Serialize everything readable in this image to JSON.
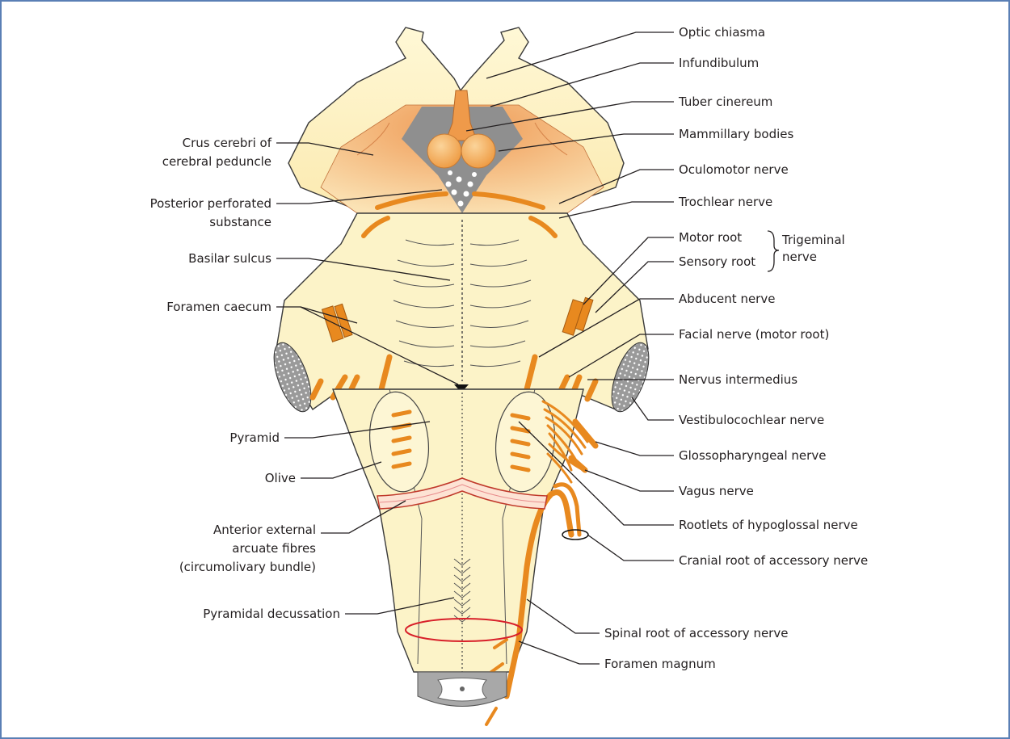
{
  "colors": {
    "frame": "#5a7fb5",
    "tissue": "#fcf3c8",
    "tissue_dark": "#f6dfa0",
    "peduncle": "#f2b57a",
    "nerve": "#e8891f",
    "gray": "#8c8c8c",
    "foramen_ring": "#d8202a"
  },
  "labels": {
    "optic_chiasma": "Optic chiasma",
    "infundibulum": "Infundibulum",
    "tuber_cinereum": "Tuber cinereum",
    "mammillary_bodies": "Mammillary bodies",
    "oculomotor_nerve": "Oculomotor nerve",
    "trochlear_nerve": "Trochlear nerve",
    "motor_root": "Motor root",
    "sensory_root": "Sensory root",
    "trigeminal_1": "Trigeminal",
    "trigeminal_2": "nerve",
    "abducent_nerve": "Abducent nerve",
    "facial_nerve": "Facial nerve (motor root)",
    "nervus_intermedius": "Nervus intermedius",
    "vestibulocochlear_nerve": "Vestibulocochlear nerve",
    "glossopharyngeal_nerve": "Glossopharyngeal nerve",
    "vagus_nerve": "Vagus nerve",
    "hypoglossal_rootlets": "Rootlets of hypoglossal nerve",
    "cranial_accessory": "Cranial root of accessory nerve",
    "spinal_accessory": "Spinal root of accessory nerve",
    "foramen_magnum": "Foramen magnum",
    "crus_cerebri_1": "Crus cerebri of",
    "crus_cerebri_2": "cerebral peduncle",
    "posterior_perforated_1": "Posterior perforated",
    "posterior_perforated_2": "substance",
    "basilar_sulcus": "Basilar sulcus",
    "foramen_caecum": "Foramen caecum",
    "pyramid": "Pyramid",
    "olive": "Olive",
    "arcuate_1": "Anterior external",
    "arcuate_2": "arcuate fibres",
    "arcuate_3": "(circumolivary bundle)",
    "pyramidal_decussation": "Pyramidal decussation"
  }
}
